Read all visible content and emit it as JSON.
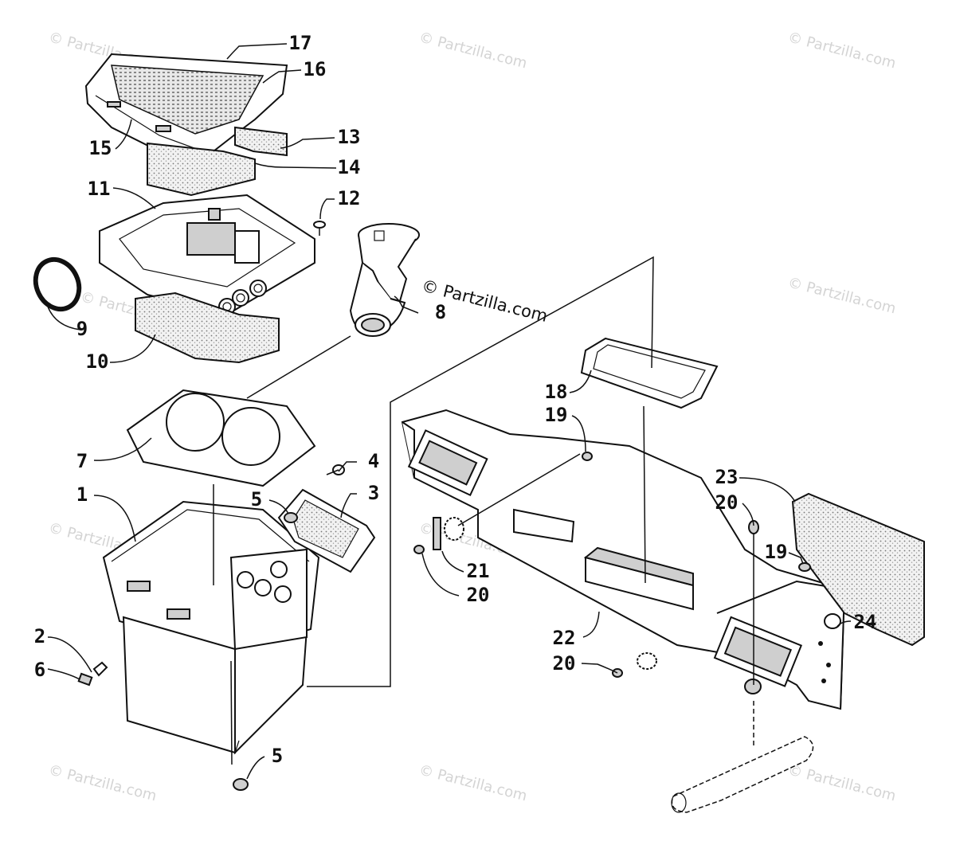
{
  "watermark_text": "© Partzilla.com",
  "credit_text": "© Partzilla.com",
  "callouts": [
    {
      "label": "17"
    },
    {
      "label": "16"
    },
    {
      "label": "15"
    },
    {
      "label": "13"
    },
    {
      "label": "14"
    },
    {
      "label": "11"
    },
    {
      "label": "12"
    },
    {
      "label": "9"
    },
    {
      "label": "10"
    },
    {
      "label": "8"
    },
    {
      "label": "7"
    },
    {
      "label": "4"
    },
    {
      "label": "1"
    },
    {
      "label": "5"
    },
    {
      "label": "3"
    },
    {
      "label": "2"
    },
    {
      "label": "6"
    },
    {
      "label": "5"
    },
    {
      "label": "18"
    },
    {
      "label": "19"
    },
    {
      "label": "23"
    },
    {
      "label": "20"
    },
    {
      "label": "19"
    },
    {
      "label": "21"
    },
    {
      "label": "20"
    },
    {
      "label": "22"
    },
    {
      "label": "24"
    },
    {
      "label": "20"
    }
  ]
}
